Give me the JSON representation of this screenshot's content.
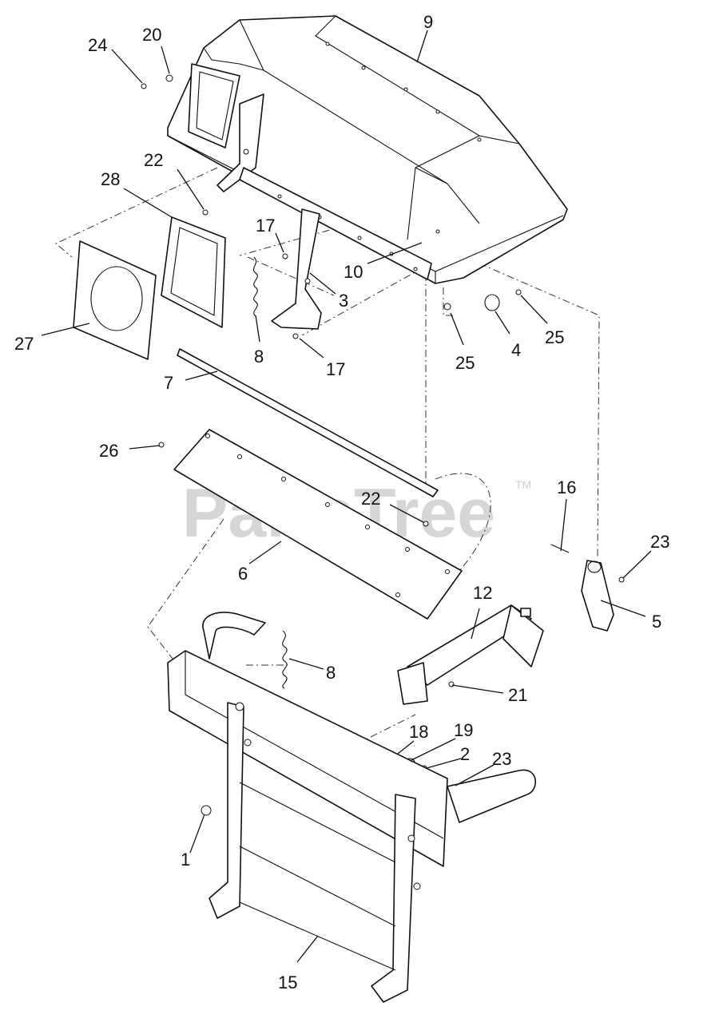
{
  "watermark": {
    "text": "PartsTree",
    "trademark": "TM"
  },
  "callouts": {
    "c24": "24",
    "c20": "20",
    "c9": "9",
    "c22a": "22",
    "c28": "28",
    "c17a": "17",
    "c10": "10",
    "c3": "3",
    "c8a": "8",
    "c17b": "17",
    "c25a": "25",
    "c4": "4",
    "c25b": "25",
    "c27": "27",
    "c7": "7",
    "c26": "26",
    "c22b": "22",
    "c16": "16",
    "c23a": "23",
    "c6": "6",
    "c12": "12",
    "c5": "5",
    "c8b": "8",
    "c21": "21",
    "c18": "18",
    "c19": "19",
    "c2": "2",
    "c23b": "23",
    "c1": "1",
    "c15": "15"
  }
}
